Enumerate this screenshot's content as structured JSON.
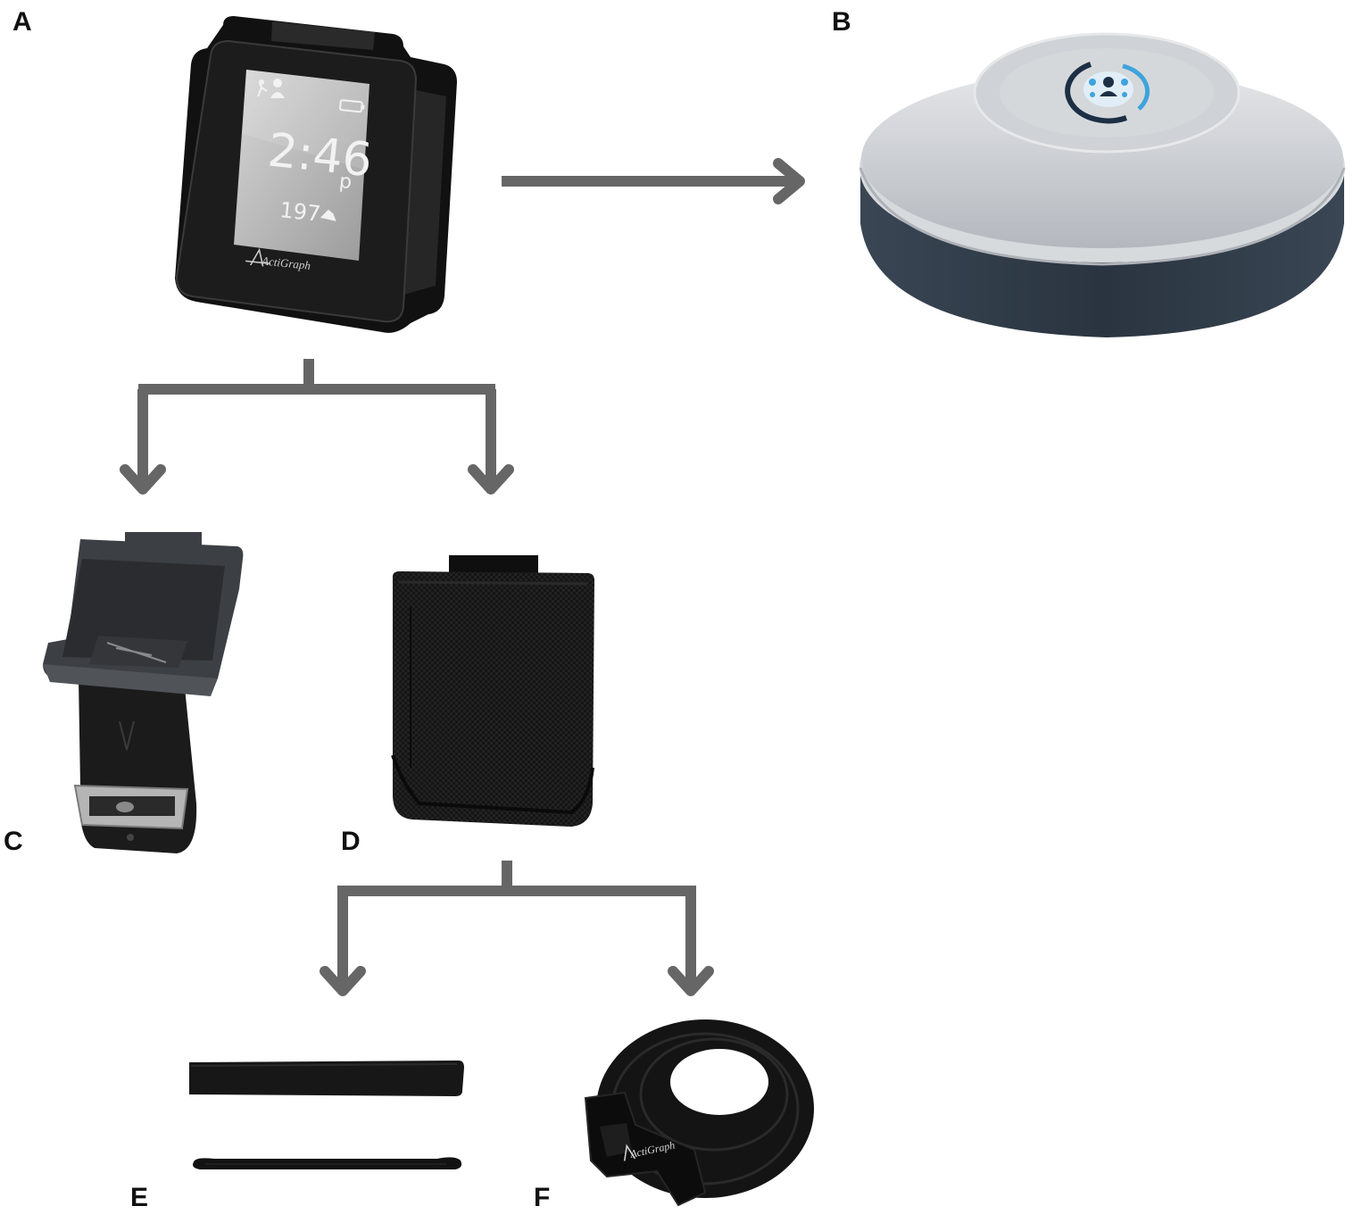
{
  "panels": {
    "a": {
      "label": "A"
    },
    "b": {
      "label": "B"
    },
    "c": {
      "label": "C"
    },
    "d": {
      "label": "D"
    },
    "e": {
      "label": "E"
    },
    "f": {
      "label": "F"
    }
  },
  "device_screen": {
    "time": "2:46",
    "meridiem": "p",
    "steps": "197"
  },
  "brand": {
    "logo_text": "ActiGraph",
    "strap_logo_text": "ActiGraph"
  },
  "colors": {
    "arrow": "#666666",
    "device_body": "#1a1a1a",
    "screen": "#bfbfbf",
    "hub_top": "#c9ccd1",
    "hub_base": "#2f3a46",
    "hub_accent": "#3fa3dc",
    "fabric": "#141414"
  }
}
